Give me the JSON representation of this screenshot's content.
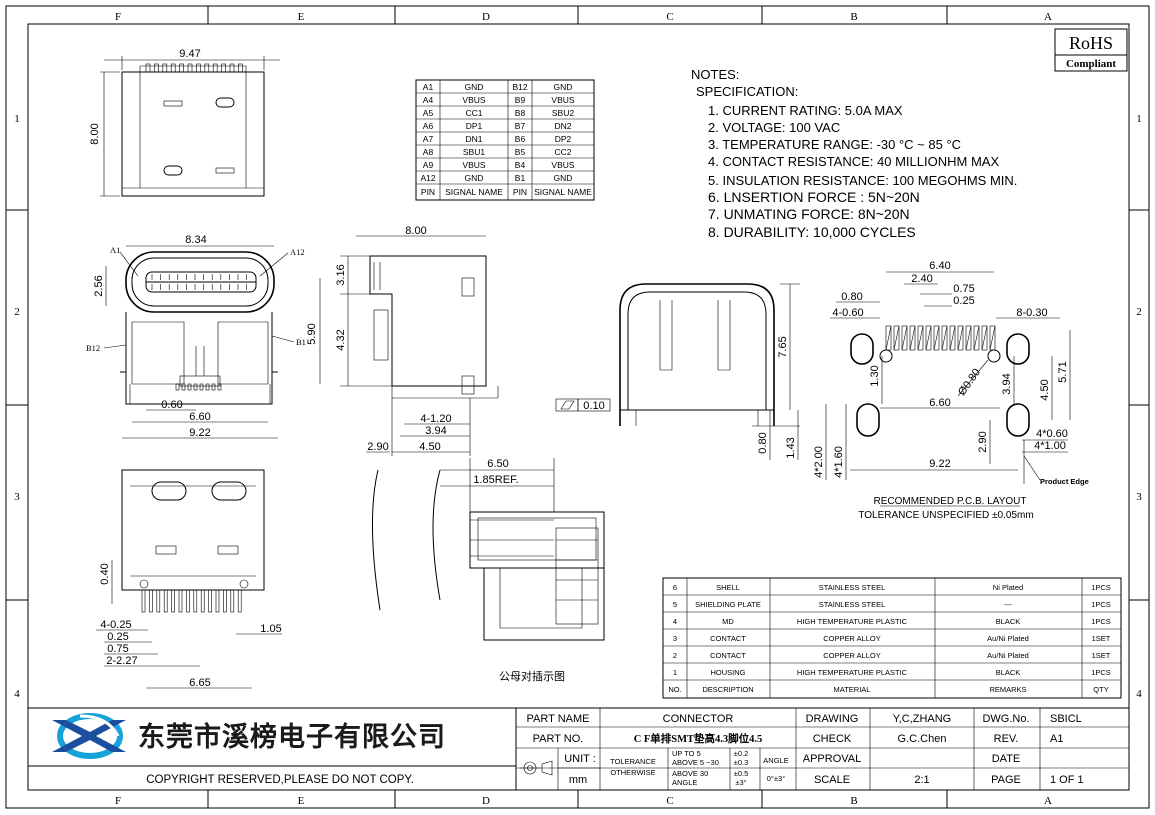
{
  "frame": {
    "columns": [
      "F",
      "E",
      "D",
      "C",
      "B",
      "A"
    ],
    "rows": [
      "1",
      "2",
      "3",
      "4"
    ]
  },
  "rohs": {
    "line1": "RoHS",
    "line2": "Compliant"
  },
  "pin_table": {
    "headers": [
      "PIN",
      "SIGNAL NAME",
      "PIN",
      "SIGNAL NAME"
    ],
    "rows": [
      [
        "A1",
        "GND",
        "B12",
        "GND"
      ],
      [
        "A4",
        "VBUS",
        "B9",
        "VBUS"
      ],
      [
        "A5",
        "CC1",
        "B8",
        "SBU2"
      ],
      [
        "A6",
        "DP1",
        "B7",
        "DN2"
      ],
      [
        "A7",
        "DN1",
        "B6",
        "DP2"
      ],
      [
        "A8",
        "SBU1",
        "B5",
        "CC2"
      ],
      [
        "A9",
        "VBUS",
        "B4",
        "VBUS"
      ],
      [
        "A12",
        "GND",
        "B1",
        "GND"
      ]
    ]
  },
  "notes": {
    "title": "NOTES:",
    "subtitle": "SPECIFICATION:",
    "items": [
      "1. CURRENT RATING: 5.0A MAX",
      "2. VOLTAGE: 100 VAC",
      "3. TEMPERATURE RANGE: -30 °C ~ 85 °C",
      "4. CONTACT RESISTANCE: 40 MILLIONHM MAX",
      "5. INSULATION RESISTANCE: 100 MEGOHMS MIN.",
      "6.  LNSERTION  FORCE  :  5N~20N",
      "7.  UNMATING  FORCE:  8N~20N",
      "8.  DURABILITY:    10,000  CYCLES"
    ]
  },
  "dims": {
    "top_width": "9.47",
    "top_height": "8.00",
    "front_width": "8.34",
    "front_a1": "A1",
    "front_a12": "A12",
    "front_h1": "2.56",
    "front_b12": "B12",
    "front_b1": "B1",
    "front_h2": "5.90",
    "front_060": "0.60",
    "front_660": "6.60",
    "front_922": "9.22",
    "side_800": "8.00",
    "side_316": "3.16",
    "side_432": "4.32",
    "side_4x120": "4-1.20",
    "side_394": "3.94",
    "side_290": "2.90",
    "side_450": "4.50",
    "shell_765": "7.65",
    "shell_080": "0.80",
    "shell_143": "1.43",
    "flatness": "0.10",
    "pcb_640": "6.40",
    "pcb_240": "2.40",
    "pcb_080": "0.80",
    "pcb_075": "0.75",
    "pcb_025": "0.25",
    "pcb_4x060": "4-0.60",
    "pcb_8x030": "8-0.30",
    "pcb_130": "1.30",
    "pcb_phi": "Ø0.80",
    "pcb_394": "3.94",
    "pcb_450": "4.50",
    "pcb_571": "5.71",
    "pcb_660": "6.60",
    "pcb_4x200": "4*2.00",
    "pcb_4x160": "4*1.60",
    "pcb_290": "2.90",
    "pcb_4x060b": "4*0.60",
    "pcb_4x100": "4*1.00",
    "pcb_922": "9.22",
    "product_edge": "Product Edge",
    "pcb_title": "RECOMMENDED   P.C.B. LAYOUT",
    "pcb_tol": "TOLERANCE  UNSPECIFIED ±0.05mm",
    "bot_040": "0.40",
    "bot_4x025": "4-0.25",
    "bot_025": "0.25",
    "bot_075": "0.75",
    "bot_2x227": "2-2.27",
    "bot_665": "6.65",
    "bot_105": "1.05",
    "mate_650": "6.50",
    "mate_185": "1.85REF.",
    "mate_caption": "公母对插示图"
  },
  "bom": {
    "rows": [
      [
        "6",
        "SHELL",
        "STAINLESS STEEL",
        "Ni Plated",
        "1PCS"
      ],
      [
        "5",
        "SHIELDING PLATE",
        "STAINLESS STEEL",
        "---",
        "1PCS"
      ],
      [
        "4",
        "MD",
        "HIGH TEMPERATURE PLASTIC",
        "BLACK",
        "1PCS"
      ],
      [
        "3",
        "CONTACT",
        "COPPER ALLOY",
        "Au/Ni Plated",
        "1SET"
      ],
      [
        "2",
        "CONTACT",
        "COPPER ALLOY",
        "Au/Ni Plated",
        "1SET"
      ],
      [
        "1",
        "HOUSING",
        "HIGH TEMPERATURE PLASTIC",
        "BLACK",
        "1PCS"
      ]
    ],
    "headers": [
      "NO.",
      "DESCRIPTION",
      "MATERIAL",
      "REMARKS",
      "QTY"
    ]
  },
  "title_block": {
    "company": "东莞市溪榜电子有限公司",
    "copyright": "COPYRIGHT RESERVED,PLEASE DO NOT COPY.",
    "part_name_label": "PART NAME",
    "part_name": "CONNECTOR",
    "part_no_label": "PART NO.",
    "part_no": "C F单排SMT垫高4.3脚位4.5",
    "unit_label": "UNIT :",
    "unit": "mm",
    "tolerance_label": "TOLERANCE",
    "otherwise_label": "OTHERWISE",
    "tol_r1": "UP TO 5",
    "tol_v1": "±0.2",
    "tol_r2": "ABOVE 5 ~30",
    "tol_v2": "±0.3",
    "tol_r3": "ABOVE 30",
    "tol_v3": "±0.5",
    "angle_label": "ANGLE",
    "tol_v4": "±3°",
    "angle_head": "ANGLE",
    "angle_val": "0°±3°",
    "drawing_label": "DRAWING",
    "drawing": "Y,C,ZHANG",
    "check_label": "CHECK",
    "check": "G.C.Chen",
    "approval_label": "APPROVAL",
    "approval": "",
    "scale_label": "SCALE",
    "scale": "2:1",
    "dwg_label": "DWG.No.",
    "dwg": "SBICL",
    "rev_label": "REV.",
    "rev": "A1",
    "date_label": "DATE",
    "date": "",
    "page_label": "PAGE",
    "page": "1  OF  1"
  },
  "colors": {
    "logo_blue": "#1a4fa0",
    "logo_cyan": "#16a3d9",
    "company_blue": "#1f5fbf"
  }
}
